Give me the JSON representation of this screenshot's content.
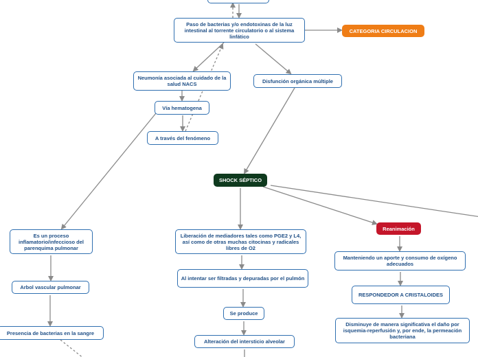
{
  "colors": {
    "node_border": "#2f6fb0",
    "node_text": "#1f4f86",
    "connector": "#8a8a8a",
    "shock_fill": "#0f3a1e",
    "reanimacion_fill": "#c4162a",
    "category_fill": "#ef7d16"
  },
  "nodes": {
    "paso": "Paso de bacterias y/o endotoxinas de la luz intestinal al torrente circulatorio o al sistema linfático",
    "categoria": "CATEGORIA CIRCULACION",
    "neumonia": "Neumonía asociada al cuidado de la salud NACS",
    "disfuncion": "Disfunción orgánica múltiple",
    "via": "Vía hematogena",
    "traves": "A través del fenómeno",
    "shock": "SHOCK SÉPTICO",
    "proceso": "Es un proceso inflamatorio/infeccioso del parenquima pulmonar",
    "liberacion": "Liberación de mediadores tales como PGE2 y L4, así como de otras muchas citocinas y radicales libres de O2",
    "reanimacion": "Reanimación",
    "arbol": "Arbol vascular pulmonar",
    "intentar": "Al intentar ser filtradas y depuradas por el pulmón",
    "manteniendo": "Manteniendo un aporte y consumo de oxígeno adecuados",
    "respondedor": "RESPONDEDOR A CRISTALOIDES",
    "presencia": "Presencia de bacterias en la sangre",
    "produce": "Se produce",
    "disminuye": "Disminuye de manera significativa el daño por isquemia-reperfusión y, por ende, la permeación bacteriana",
    "alteracion": "Alteración del intersticio alveolar"
  }
}
